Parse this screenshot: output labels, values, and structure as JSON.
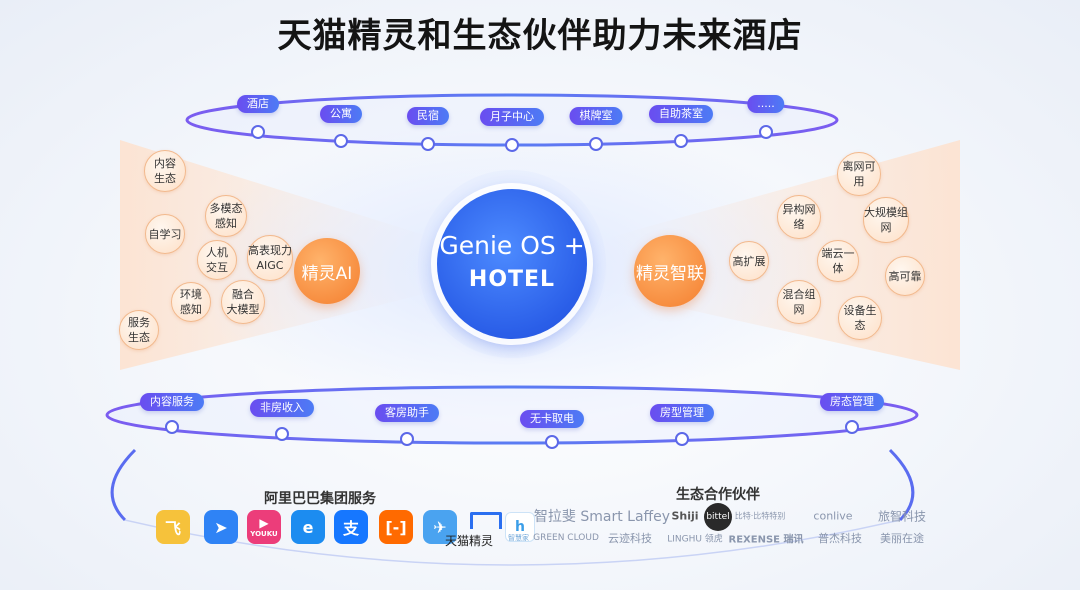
{
  "title": "天猫精灵和生态伙伴助力未来酒店",
  "top_ring": {
    "items": [
      "酒店",
      "公寓",
      "民宿",
      "月子中心",
      "棋牌室",
      "自助茶室",
      "....."
    ]
  },
  "bottom_ring": {
    "items": [
      "内容服务",
      "非房收入",
      "客房助手",
      "无卡取电",
      "房型管理",
      "房态管理"
    ]
  },
  "core": {
    "line1": "Genie OS +",
    "line2": "HOTEL"
  },
  "ai_hub": {
    "label": "精灵AI",
    "bubbles": [
      "内容\n生态",
      "多模态\n感知",
      "自学习",
      "人机\n交互",
      "高表现力\nAIGC",
      "环境\n感知",
      "融合\n大模型",
      "服务\n生态"
    ]
  },
  "link_hub": {
    "label": "精灵智联",
    "bubbles": [
      "离网可用",
      "异构网络",
      "大规模组网",
      "高扩展",
      "端云一体",
      "高可靠",
      "混合组网",
      "设备生态"
    ]
  },
  "alibaba": {
    "heading": "阿里巴巴集团服务",
    "logos": [
      {
        "name": "fliggy-logo",
        "glyph": "飞",
        "color": "#f6c23b"
      },
      {
        "name": "dingtalk-logo",
        "glyph": "➤",
        "color": "#2f83f5"
      },
      {
        "name": "youku-logo",
        "glyph": "▶",
        "color": "#ec3d7a",
        "caption": "YOUKU"
      },
      {
        "name": "eleme-logo",
        "glyph": "e",
        "color": "#1c8cf0"
      },
      {
        "name": "alipay-logo",
        "glyph": "支",
        "color": "#1677ff"
      },
      {
        "name": "aliyun-logo",
        "glyph": "[-]",
        "color": "#ff6a00"
      },
      {
        "name": "alitrip-logo",
        "glyph": "✈",
        "color": "#4aa3f0"
      }
    ],
    "tmall_genie": "天猫精灵"
  },
  "partners": {
    "heading": "生态合作伙伴",
    "row1": [
      "智拉斐 Smart Laffey",
      "Shiji",
      "bittel",
      "conlive",
      "旅智科技"
    ],
    "row2": [
      "GREEN CLOUD",
      "云迹科技",
      "LINGHU 领虎",
      "REXENSE 瑞讯",
      "普杰科技",
      "美丽在途"
    ],
    "bittel_sub": "比特·比特特别",
    "tiny_caption": "智慧家"
  },
  "colors": {
    "accent_purple": "#6a4df0",
    "accent_blue": "#2a5ee8",
    "accent_orange": "#f47e2e"
  }
}
